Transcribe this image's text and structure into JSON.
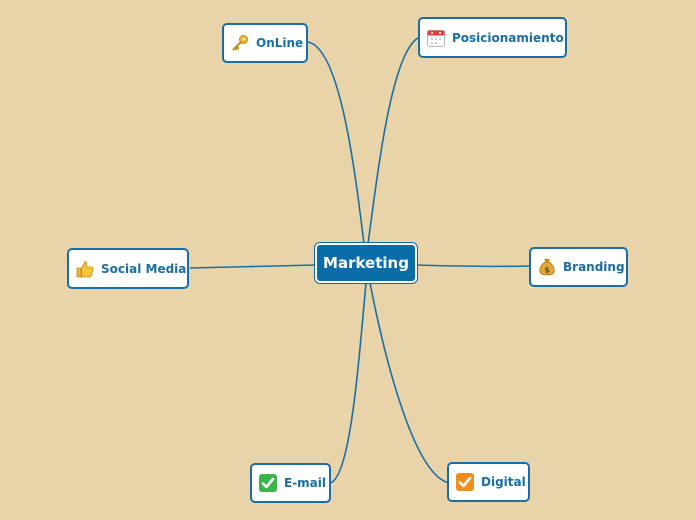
{
  "map": {
    "center": {
      "label": "Marketing"
    },
    "topics": [
      {
        "label": "OnLine",
        "icon": "key-icon"
      },
      {
        "label": "Posicionamiento",
        "icon": "calendar-icon"
      },
      {
        "label": "Social Media",
        "icon": "thumbs-up-icon"
      },
      {
        "label": "Branding",
        "icon": "money-bag-icon"
      },
      {
        "label": "E-mail",
        "icon": "green-check-icon"
      },
      {
        "label": "Digital",
        "icon": "orange-check-icon"
      }
    ]
  },
  "colors": {
    "background": "#e9d3a8",
    "link": "#1a6ea6",
    "center_fill": "#0b6da8",
    "node_border": "#1a6ea6"
  }
}
